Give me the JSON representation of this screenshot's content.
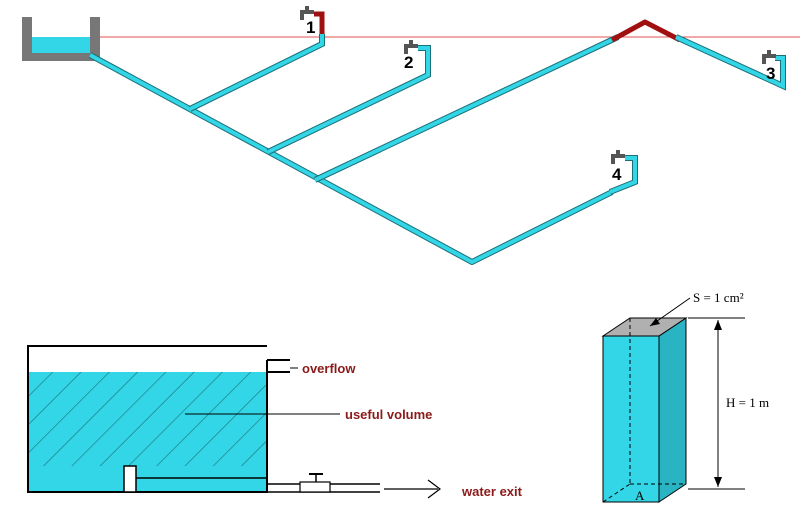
{
  "network": {
    "taps": [
      {
        "label": "1"
      },
      {
        "label": "2"
      },
      {
        "label": "3"
      },
      {
        "label": "4"
      }
    ]
  },
  "tank": {
    "overflow_label": "overflow",
    "useful_volume_label": "useful volume",
    "water_exit_label": "water exit"
  },
  "column": {
    "area_label": "S = 1 cm²",
    "height_label": "H = 1 m",
    "base_label": "A"
  },
  "colors": {
    "water": "#33d6e6",
    "pipe": "#2ab3c2",
    "high_pipe": "#a01010",
    "reference_line": "#e05050",
    "label_red": "#8b1a1a"
  }
}
